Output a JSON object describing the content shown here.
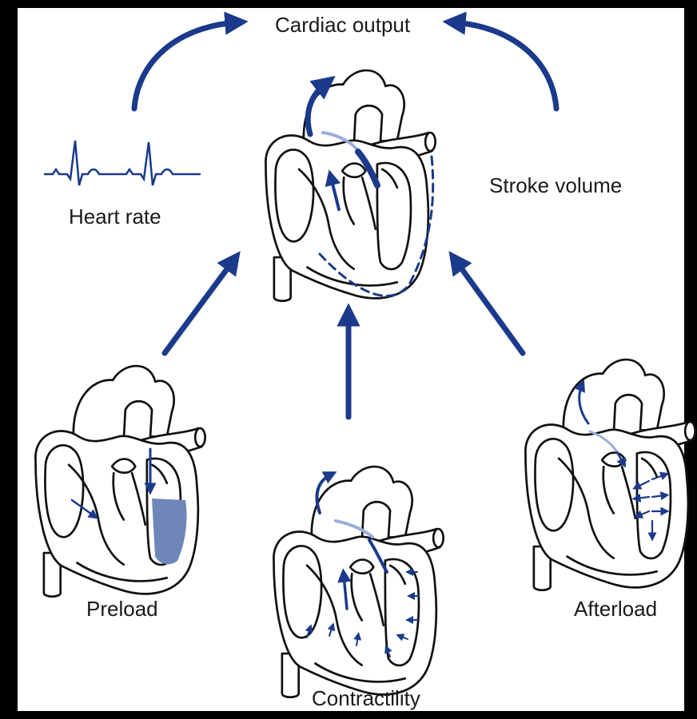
{
  "labels": {
    "cardiac_output": "Cardiac output",
    "heart_rate": "Heart rate",
    "stroke_volume": "Stroke volume",
    "preload": "Preload",
    "contractility": "Contractility",
    "afterload": "Afterload"
  },
  "colors": {
    "frame": "#000000",
    "background": "#ffffff",
    "arrow_blue": "#1b3a8c",
    "pale_blue": "#9aaed8",
    "fill_blue": "#6f86b8"
  }
}
